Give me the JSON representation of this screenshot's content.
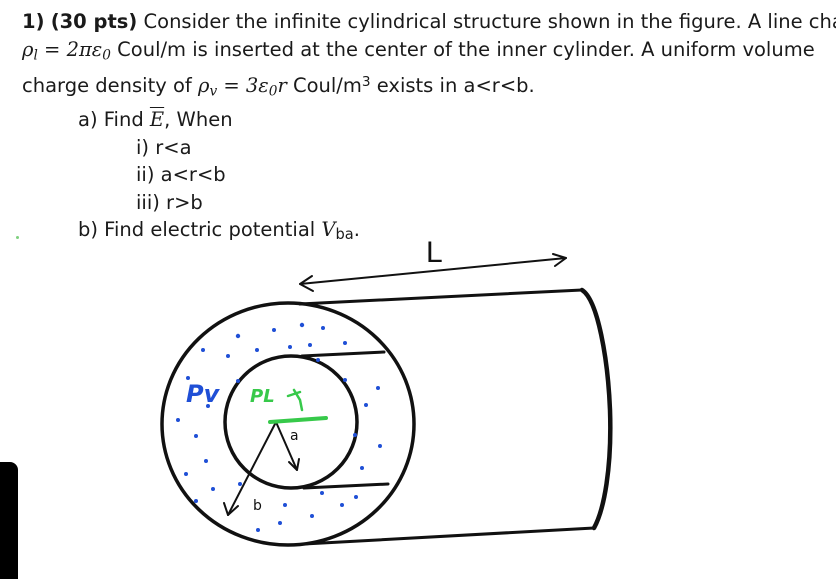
{
  "problem": {
    "number": "1)",
    "points": "(30 pts)",
    "line1_text": "Consider the infinite cylindrical structure shown in the figure. A line charge",
    "rho_l_symbol": "ρ",
    "rho_l_sub": "l",
    "rho_l_eq": " = 2πε",
    "eps_sub": "0",
    "line2_unit": " Coul/m is inserted at the center of the inner cylinder. A uniform volume",
    "line3_prefix": "charge density of ",
    "rho_v_symbol": "ρ",
    "rho_v_sub": "v",
    "rho_v_eq": " = 3ε",
    "rho_v_r": "r",
    "line3_unit": "  Coul/m",
    "unit_sup": "3",
    "line3_suffix": " exists in a<r<b.",
    "part_a_prefix": "a) Find ",
    "E_symbol": "E",
    "part_a_suffix": ", When",
    "case_i": "i) r<a",
    "case_ii": "ii) a<r<b",
    "case_iii": "iii) r>b",
    "part_b_prefix": "b) Find electric potential ",
    "V_symbol": "V",
    "V_sub": "ba",
    "part_b_suffix": "."
  },
  "figure": {
    "label_L": "L",
    "label_rho_v": "Pv",
    "label_rho_l": "PL",
    "label_a": "a",
    "label_b": "b",
    "color_ink": "#111111",
    "color_blue": "#1f4fd6",
    "color_green": "#37c94a"
  }
}
